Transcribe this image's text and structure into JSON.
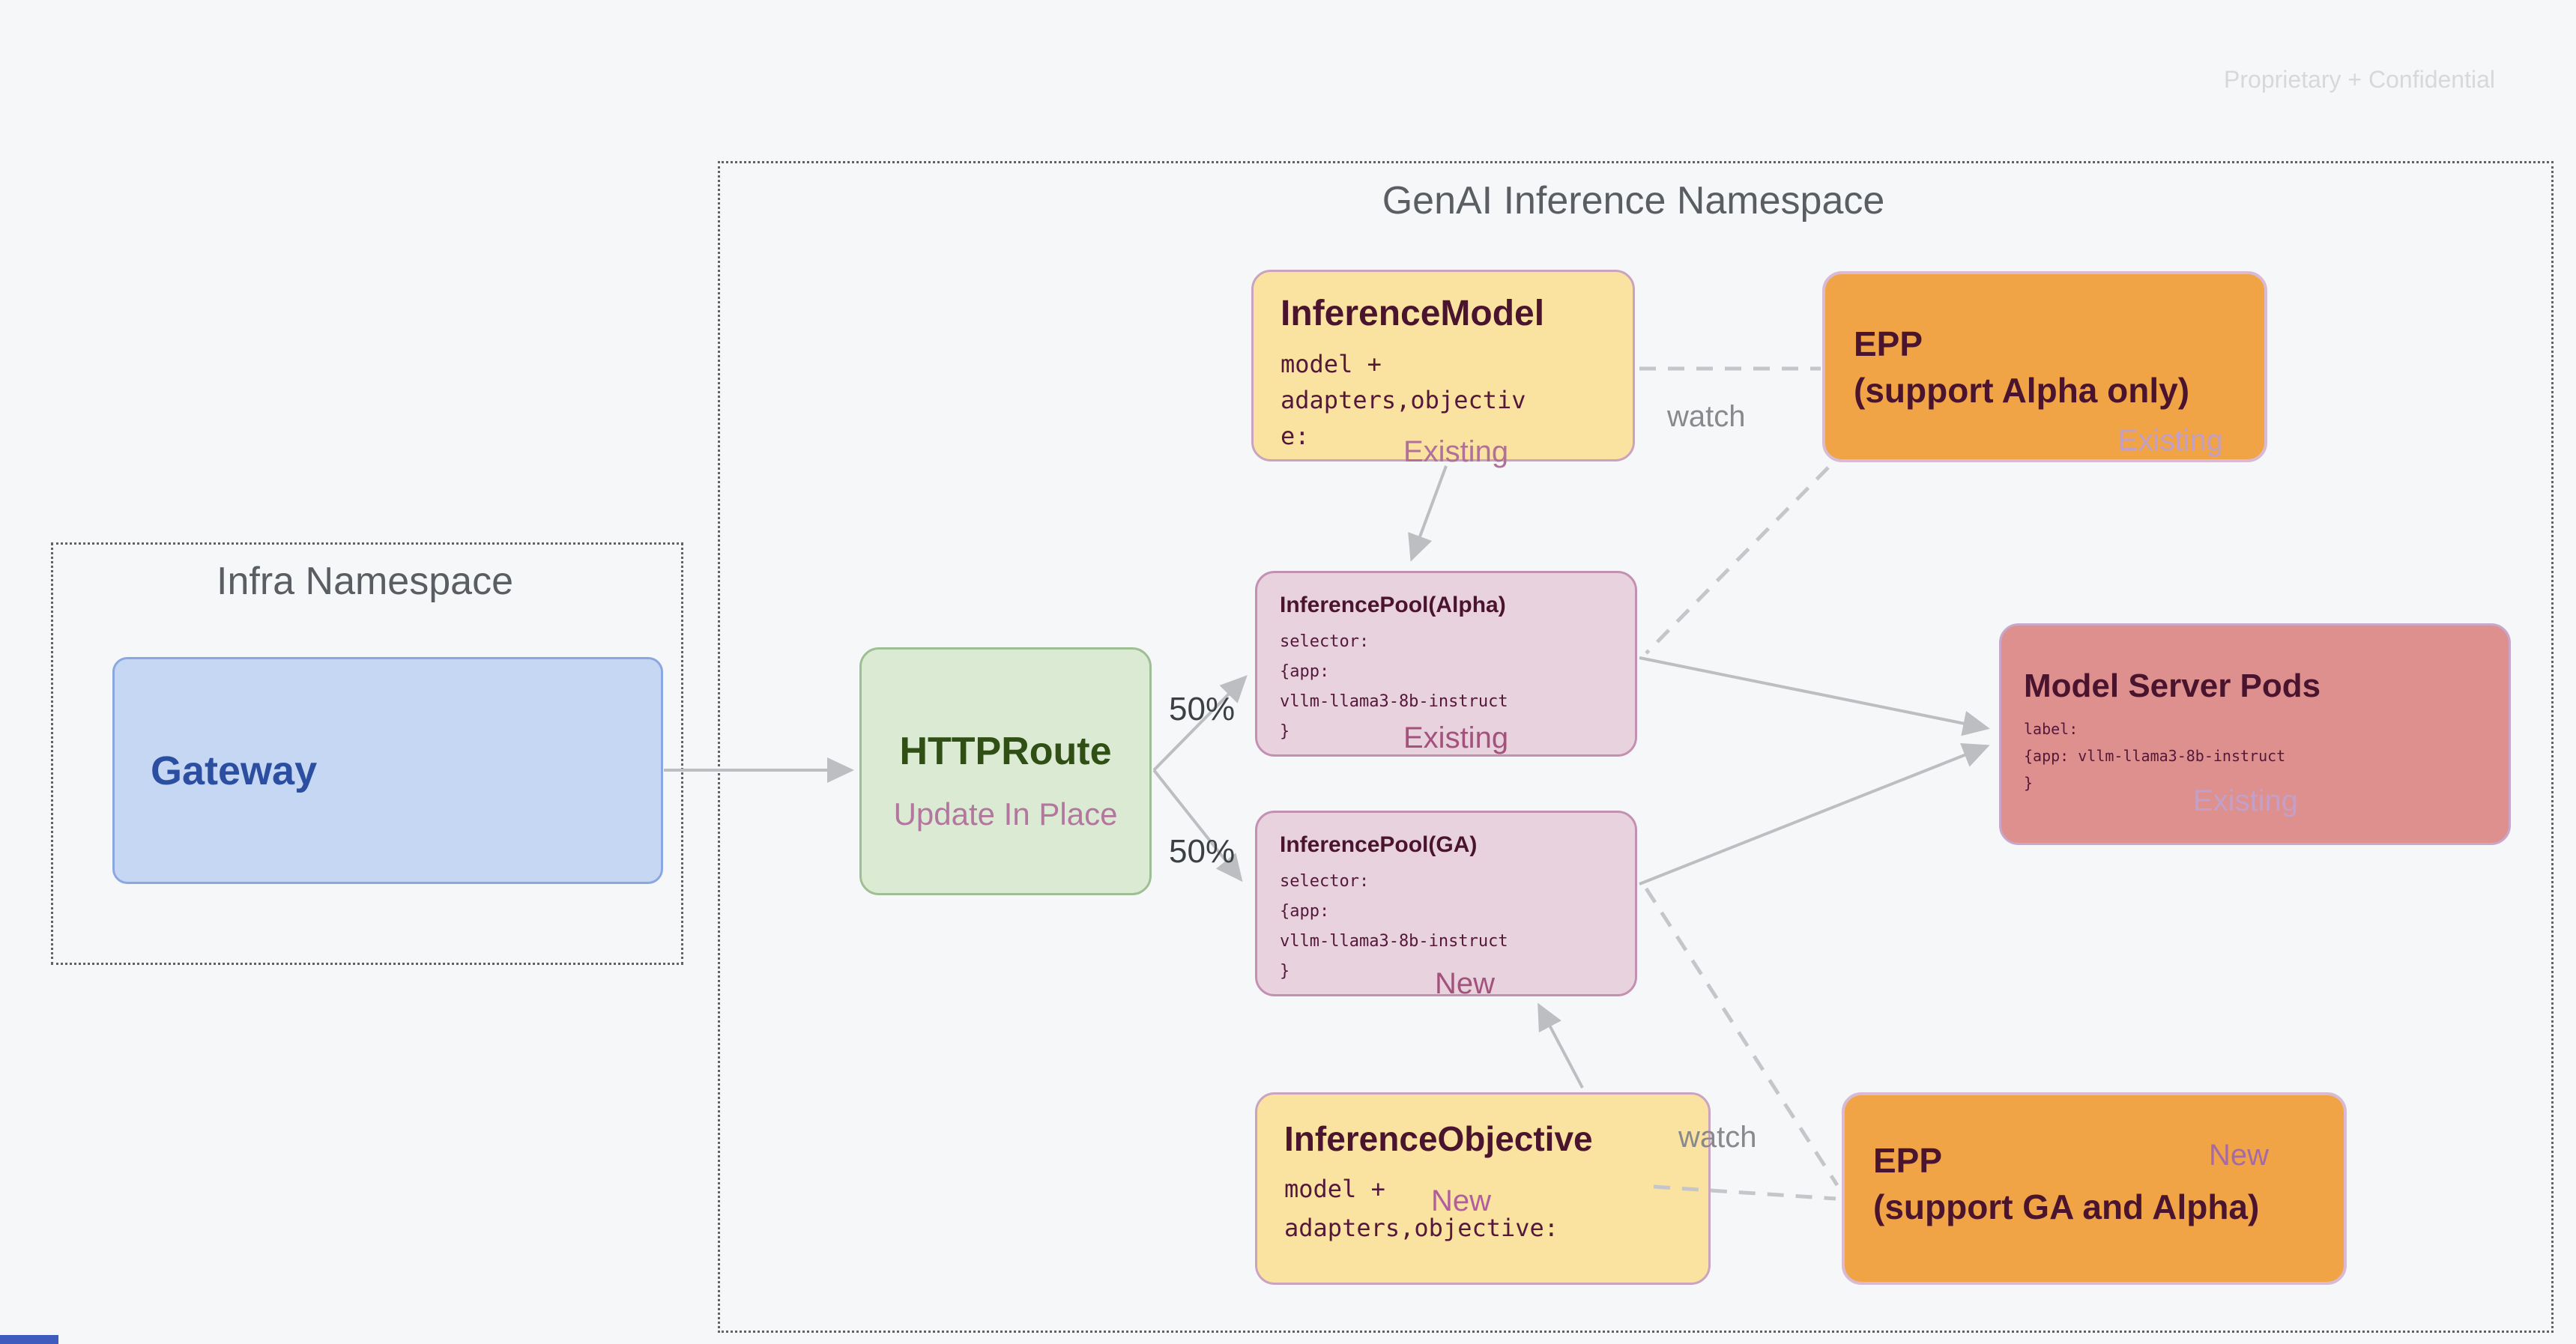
{
  "slide": {
    "watermark": "Proprietary + Confidential"
  },
  "namespaces": {
    "infra": {
      "title": "Infra Namespace"
    },
    "genai": {
      "title": "GenAI Inference Namespace"
    }
  },
  "nodes": {
    "gateway": {
      "title": "Gateway"
    },
    "httproute": {
      "title": "HTTPRoute",
      "status": "Update In Place"
    },
    "inference_model": {
      "title": "InferenceModel",
      "code": "model +\nadapters,objectiv\ne:",
      "status": "Existing"
    },
    "epp_alpha": {
      "title": "EPP\n(support Alpha only)",
      "status": "Existing"
    },
    "pool_alpha": {
      "title": "InferencePool(Alpha)",
      "code": "selector:\n{app:\nvllm-llama3-8b-instruct\n}",
      "status": "Existing"
    },
    "pool_ga": {
      "title": "InferencePool(GA)",
      "code": "selector:\n{app:\nvllm-llama3-8b-instruct\n}",
      "status": "New"
    },
    "model_server_pods": {
      "title": "Model Server Pods",
      "code": "label:\n{app: vllm-llama3-8b-instruct\n}",
      "status": "Existing"
    },
    "inference_objective": {
      "title": "InferenceObjective",
      "code": "model +\nadapters,objective:",
      "status": "New"
    },
    "epp_ga": {
      "title": "EPP\n(support GA and Alpha)",
      "status": "New"
    }
  },
  "edges": {
    "gateway_split_top": "50%",
    "gateway_split_bottom": "50%",
    "watch_top": "watch",
    "watch_bottom": "watch"
  },
  "colors": {
    "background": "#F6F7F9",
    "yellow_node": "#FAE2A0",
    "pink_pool_node": "#E8D2DD",
    "orange_node": "#F0A446",
    "salmon_node": "#DD908E",
    "blue_node": "#C6D7F3",
    "green_node": "#DBEAD2",
    "node_title_text": "#4A142F",
    "gateway_text": "#2B4EA1",
    "httproute_text": "#2F4F15",
    "status_mauve": "#A4527D",
    "status_light_mauve": "#B1709A",
    "status_lavender": "#C2A0C8",
    "arrow_gray": "#BCBEC2",
    "namespace_text": "#5A5E63"
  }
}
